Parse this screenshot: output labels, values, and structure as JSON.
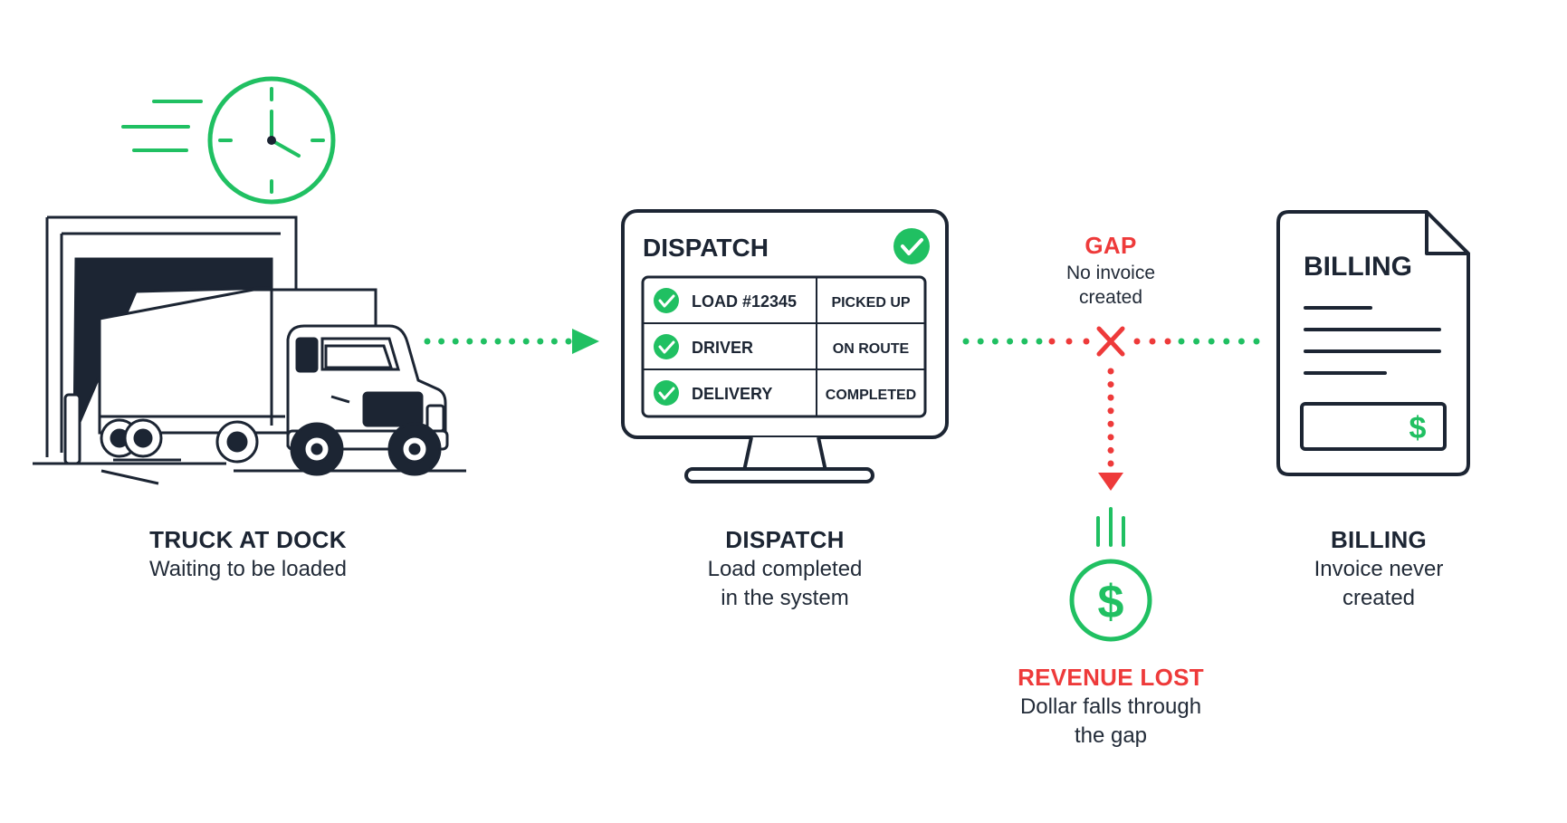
{
  "colors": {
    "ink": "#1c2533",
    "green": "#20c062",
    "red": "#ee3a3a",
    "white": "#ffffff"
  },
  "truck": {
    "title": "TRUCK AT DOCK",
    "subtitle": "Waiting to be loaded",
    "icons": [
      "clock-icon",
      "truck-icon",
      "loading-dock-icon"
    ]
  },
  "dispatch": {
    "screen_title": "DISPATCH",
    "rows": [
      {
        "label": "LOAD #12345",
        "status": "PICKED UP"
      },
      {
        "label": "DRIVER",
        "status": "ON ROUTE"
      },
      {
        "label": "DELIVERY",
        "status": "COMPLETED"
      }
    ],
    "title": "DISPATCH",
    "subtitle": "Load completed\nin the system"
  },
  "gap": {
    "title": "GAP",
    "subtitle": "No invoice\ncreated",
    "icons": [
      "x-mark-icon"
    ]
  },
  "revenue": {
    "title": "REVENUE LOST",
    "subtitle": "Dollar falls through\nthe gap",
    "icons": [
      "dollar-coin-icon"
    ]
  },
  "billing": {
    "doc_title": "BILLING",
    "doc_symbol": "$",
    "title": "BILLING",
    "subtitle": "Invoice never\ncreated",
    "icons": [
      "document-icon"
    ]
  },
  "coin_symbol": "$"
}
